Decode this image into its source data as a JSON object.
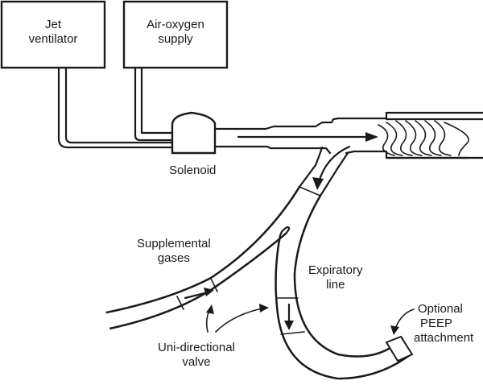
{
  "diagram": {
    "title": "High-frequency jet ventilation circuit",
    "boxes": {
      "jet_ventilator": [
        "Jet",
        "ventilator"
      ],
      "air_oxygen": [
        "Air-oxygen",
        "supply"
      ]
    },
    "labels": {
      "solenoid": "Solenoid",
      "supplemental": [
        "Supplemental",
        "gases"
      ],
      "expiratory": [
        "Expiratory",
        "line"
      ],
      "valve": [
        "Uni-directional",
        "valve"
      ],
      "peep": [
        "Optional",
        "PEEP",
        "attachment"
      ]
    }
  }
}
